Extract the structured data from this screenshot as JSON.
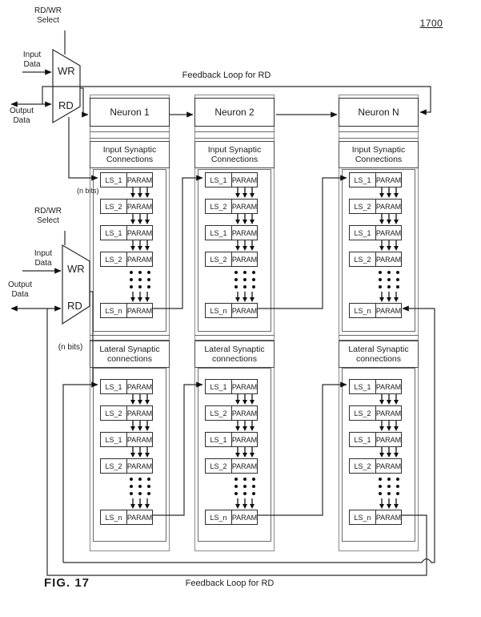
{
  "figure": {
    "ref_number": "1700",
    "fig_label": "FIG. 17"
  },
  "feedback_loop": {
    "top_label": "Feedback Loop for RD",
    "bottom_label": "Feedback Loop for RD"
  },
  "labels": {
    "param": "PARAM",
    "n_bits_input": "(n bits)",
    "n_bits_lateral": "(n bits)"
  },
  "mux_top": {
    "select_line1": "RD/WR",
    "select_line2": "Select",
    "input_line1": "Input",
    "input_line2": "Data",
    "output_line1": "Output",
    "output_line2": "Data",
    "wr": "WR",
    "rd": "RD"
  },
  "mux_bottom": {
    "select_line1": "RD/WR",
    "select_line2": "Select",
    "input_line1": "Input",
    "input_line2": "Data",
    "output_line1": "Output",
    "output_line2": "Data",
    "wr": "WR",
    "rd": "RD"
  },
  "neurons": [
    {
      "title": "Neuron 1",
      "sections": [
        {
          "header": "Input Synaptic Connections",
          "rows": [
            "LS_1",
            "LS_2",
            "LS_1",
            "LS_2",
            "LS_n"
          ]
        },
        {
          "header": "Lateral Synaptic connections",
          "rows": [
            "LS_1",
            "LS_2",
            "LS_1",
            "LS_2",
            "LS_n"
          ]
        }
      ]
    },
    {
      "title": "Neuron 2",
      "sections": [
        {
          "header": "Input Synaptic Connections",
          "rows": [
            "LS_1",
            "LS_2",
            "LS_1",
            "LS_2",
            "LS_n"
          ]
        },
        {
          "header": "Lateral Synaptic connections",
          "rows": [
            "LS_1",
            "LS_2",
            "LS_1",
            "LS_2",
            "LS_n"
          ]
        }
      ]
    },
    {
      "title": "Neuron N",
      "sections": [
        {
          "header": "Input Synaptic Connections",
          "rows": [
            "LS_1",
            "LS_2",
            "LS_1",
            "LS_2",
            "LS_n"
          ]
        },
        {
          "header": "Lateral Synaptic connections",
          "rows": [
            "LS_1",
            "LS_2",
            "LS_1",
            "LS_2",
            "LS_n"
          ]
        }
      ]
    }
  ]
}
